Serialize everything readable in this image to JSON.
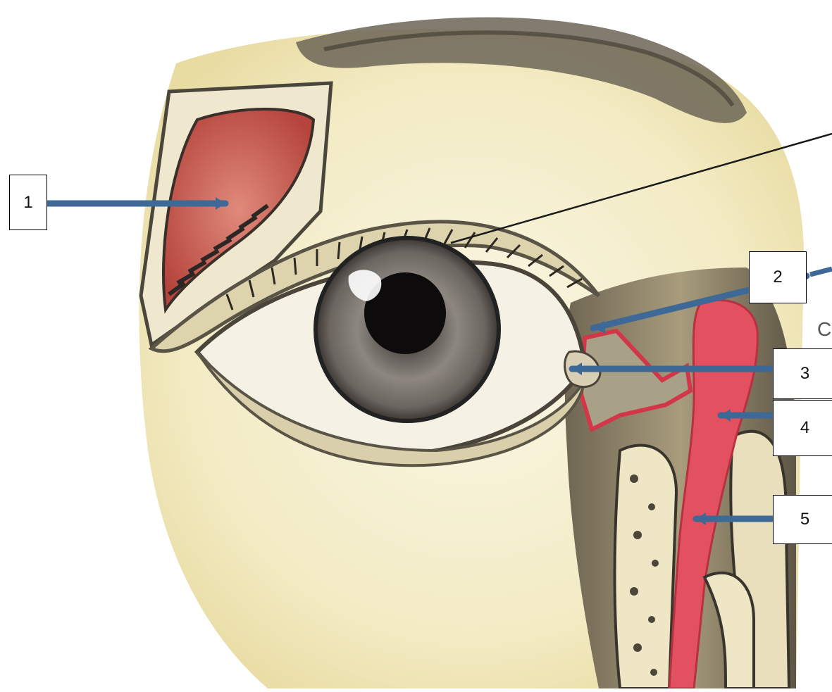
{
  "labels": {
    "l1": "1",
    "l2": "2",
    "l3": "3",
    "l4": "4",
    "l5": "5"
  },
  "edge_text": "C",
  "colors": {
    "arrow": "#3e6896",
    "leader_line": "#1a1a1a",
    "gland_pink": "#e04a5e",
    "skin": "#f6efcf",
    "iris": "#5b5753",
    "pupil": "#0d0b0b"
  }
}
